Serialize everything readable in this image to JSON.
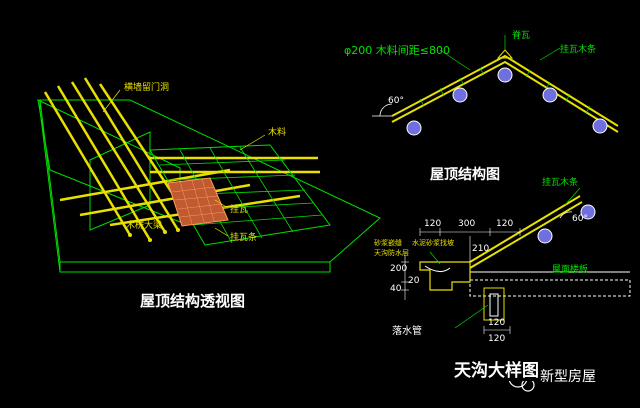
{
  "perspective": {
    "caption": "屋顶结构透视图",
    "labels": {
      "ridge_beam": "横墙留门洞",
      "timber": "木料",
      "tile": "挂瓦",
      "batten": "挂瓦条",
      "wood_purlin": "木楞大梁"
    }
  },
  "section": {
    "caption": "屋顶结构图",
    "note": "φ200 木料间距≤800",
    "ridge_tile": "脊瓦",
    "batten": "挂瓦木条",
    "angle": "60°"
  },
  "gutter": {
    "caption": "天沟大样图",
    "batten": "挂瓦木条",
    "floor_slab": "屋面楼板",
    "downpipe": "落水管",
    "angle": "60°",
    "note1": "砂浆嵌缝",
    "note2": "水泥砂浆找坡",
    "note3": "天沟防水层",
    "dims": {
      "d120a": "120",
      "d300": "300",
      "d210": "210",
      "d120b": "120",
      "d200": "200",
      "d40": "40",
      "d20": "20",
      "d120c": "120",
      "d120d": "120"
    }
  },
  "watermark": "新型房屋",
  "colors": {
    "background": "#000000",
    "yellow": "#e8e000",
    "green": "#00e000",
    "white": "#ffffff",
    "brick": "#c05a30",
    "log": "#6f6fe0"
  }
}
